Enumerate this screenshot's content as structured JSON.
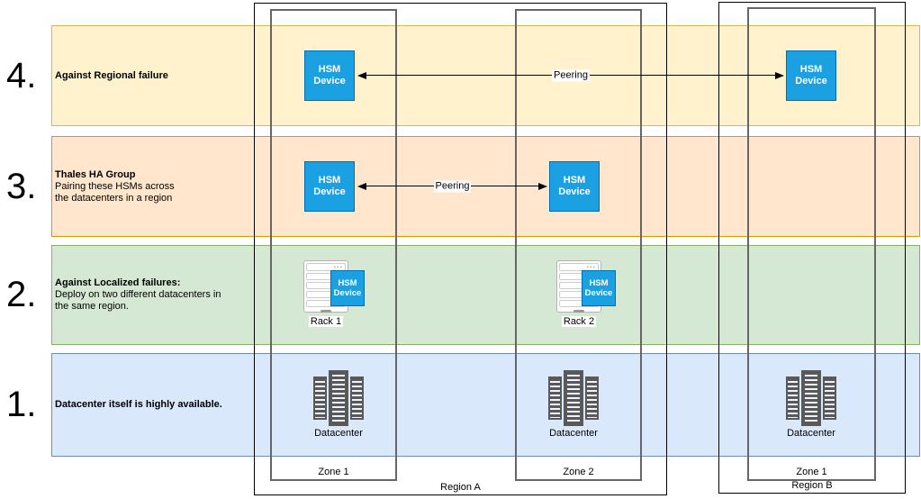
{
  "rows": {
    "r4": {
      "number": "4.",
      "title": "Against Regional failure"
    },
    "r3": {
      "number": "3.",
      "title": "Thales HA Group",
      "line1": "Pairing these HSMs across",
      "line2": "the datacenters in a region"
    },
    "r2": {
      "number": "2.",
      "title": "Against Localized failures:",
      "line1": "Deploy on two different datacenters in",
      "line2": "the same region."
    },
    "r1": {
      "number": "1.",
      "title": "Datacenter itself is highly available."
    }
  },
  "containers": {
    "region_a": "Region A",
    "region_b": "Region B",
    "zone1": "Zone 1",
    "zone2": "Zone 2"
  },
  "nodes": {
    "hsm": {
      "line1": "HSM",
      "line2": "Device"
    },
    "rack1_label": "Rack 1",
    "rack2_label": "Rack 2",
    "datacenter_label": "Datacenter",
    "rack_dots": "..."
  },
  "edges": {
    "peering_label": "Peering"
  },
  "colors": {
    "row4_fill": "#FFF2CC",
    "row4_border": "#D6B656",
    "row3_fill": "#FFE6CC",
    "row3_border": "#D79B00",
    "row2_fill": "#D5E8D4",
    "row2_border": "#82B366",
    "row1_fill": "#DAE8FC",
    "row1_border": "#6C8EBF",
    "hsm_fill": "#1BA1E2",
    "hsm_border": "#006EAF",
    "zone_border": "#666666",
    "region_border": "#000000",
    "datacenter_gray": "#595959"
  }
}
